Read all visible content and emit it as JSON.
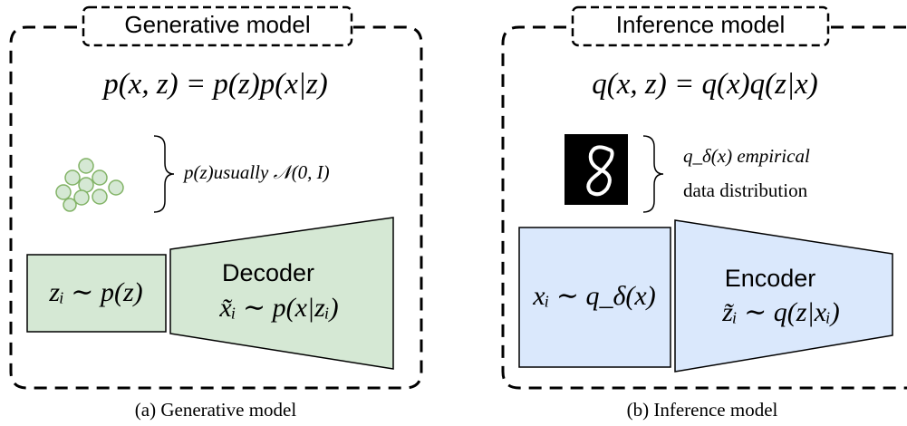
{
  "panel_a": {
    "title": "Generative model",
    "equation": "p(x, z) = p(z)p(x|z)",
    "prior_note": "p(z)usually 𝒩(0, I)",
    "latent_box": "zᵢ ∼ p(z)",
    "decoder_title": "Decoder",
    "decoder_formula": "x̃ᵢ ∼ p(x|zᵢ)",
    "caption": "(a)  Generative model",
    "fill_color": "#d5e8d4",
    "stroke_color": "#82b366"
  },
  "panel_b": {
    "title": "Inference model",
    "equation": "q(x, z) = q(x)q(z|x)",
    "data_note_line1": "q_δ(x) empirical",
    "data_note_line2": "data distribution",
    "digit": "8",
    "data_box": "xᵢ ∼ q_δ(x)",
    "encoder_title": "Encoder",
    "encoder_formula": "z̃ᵢ ∼ q(z|xᵢ)",
    "caption": "(b)  Inference model",
    "fill_color": "#dae8fc"
  }
}
